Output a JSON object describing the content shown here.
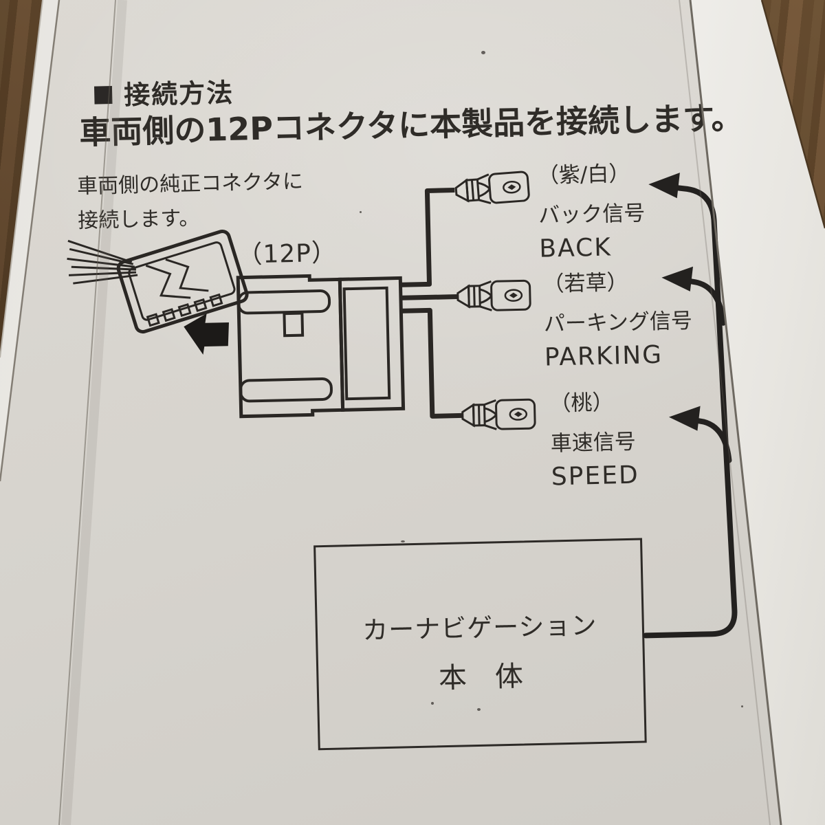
{
  "page": {
    "header": {
      "marker": "■",
      "title": "接続方法",
      "subtitle": "車両側の12Pコネクタに本製品を接続します。"
    },
    "note": {
      "line1": "車両側の純正コネクタに",
      "line2": "接続します。"
    },
    "connector": {
      "label": "（12P）"
    },
    "signals": [
      {
        "color": "（紫/白）",
        "name": "バック信号",
        "en": "BACK"
      },
      {
        "color": "（若草）",
        "name": "パーキング信号",
        "en": "PARKING"
      },
      {
        "color": "（桃）",
        "name": "車速信号",
        "en": "SPEED"
      }
    ],
    "nav_unit": {
      "line1": "カーナビゲーション",
      "line2": "本　体"
    }
  },
  "colors": {
    "ink": "#2f2c28",
    "paper": "#d6d3cd",
    "wood": "#64492e",
    "box": "#edebe7"
  }
}
